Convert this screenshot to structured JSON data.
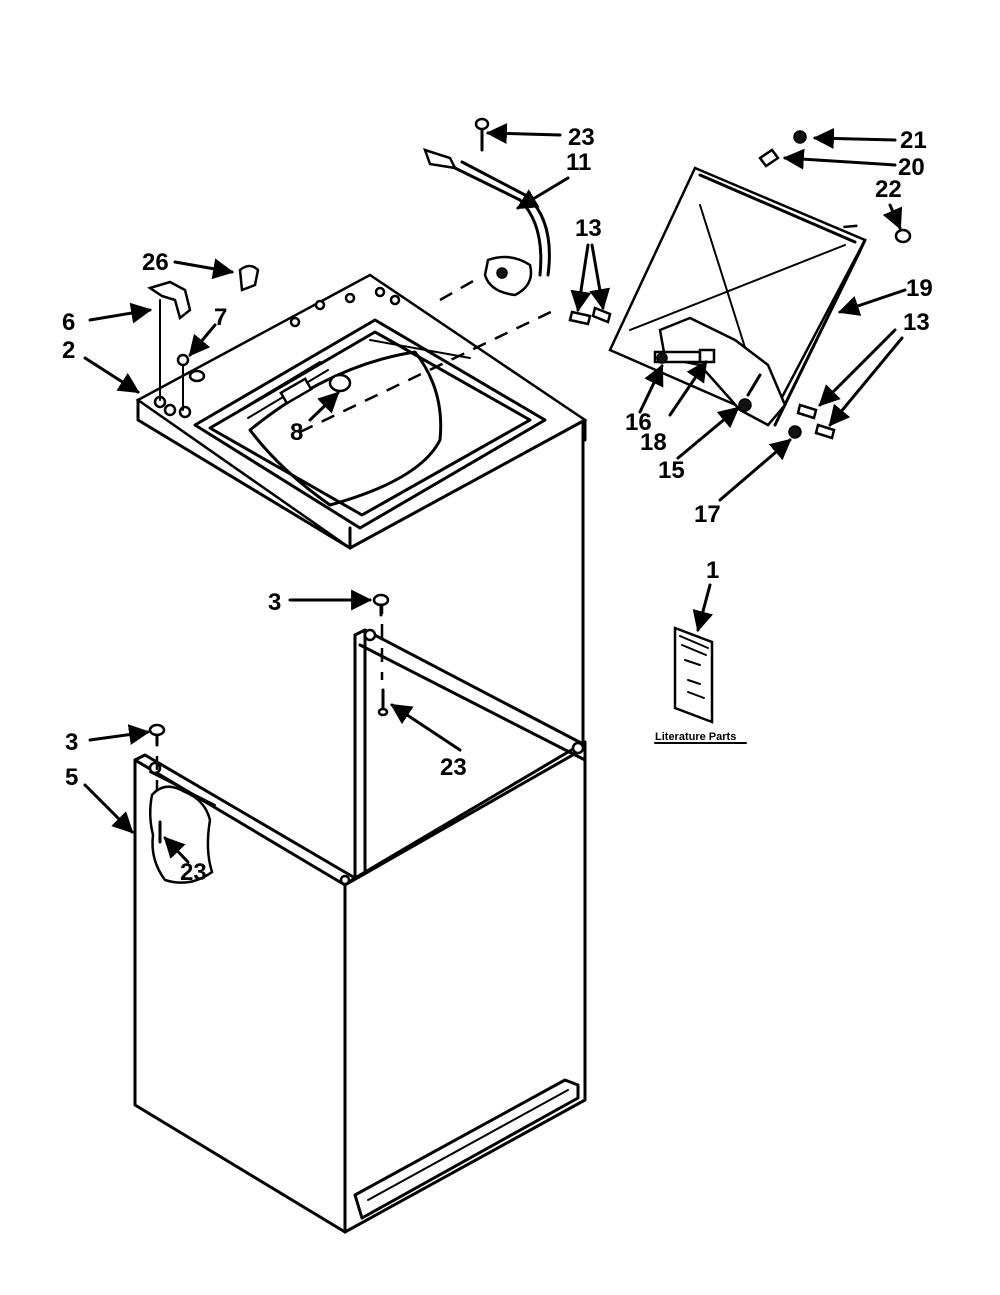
{
  "diagram": {
    "callouts": {
      "c1": "1",
      "c2": "2",
      "c3a": "3",
      "c3b": "3",
      "c5": "5",
      "c6": "6",
      "c7": "7",
      "c8": "8",
      "c11": "11",
      "c13a": "13",
      "c13b": "13",
      "c15": "15",
      "c16": "16",
      "c17": "17",
      "c18": "18",
      "c19": "19",
      "c20": "20",
      "c21": "21",
      "c22": "22",
      "c23a": "23",
      "c23b": "23",
      "c23c": "23",
      "c26": "26"
    },
    "literature_caption": "Literature Parts"
  }
}
